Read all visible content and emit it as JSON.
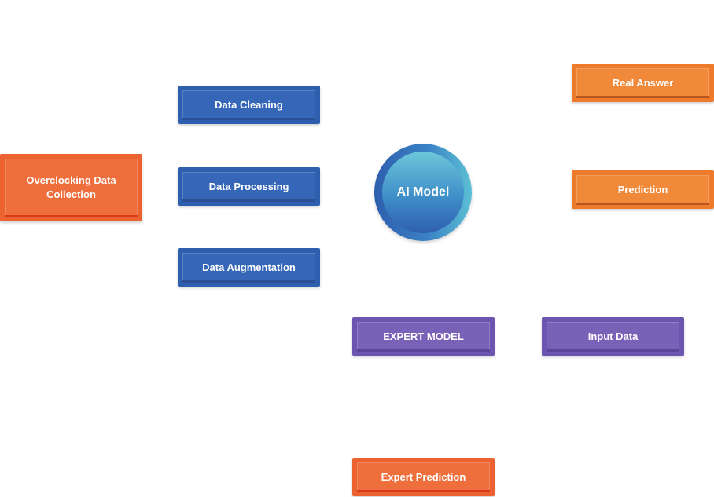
{
  "diagram": {
    "nodes": {
      "real_answer": "Real Answer",
      "data_cleaning": "Data Cleaning",
      "overclocking_data_collection": "Overclocking Data Collection",
      "data_processing": "Data Processing",
      "ai_model": "AI Model",
      "prediction": "Prediction",
      "data_augmentation": "Data Augmentation",
      "expert_model": "EXPERT MODEL",
      "input_data": "Input Data",
      "expert_prediction": "Expert Prediction"
    }
  }
}
